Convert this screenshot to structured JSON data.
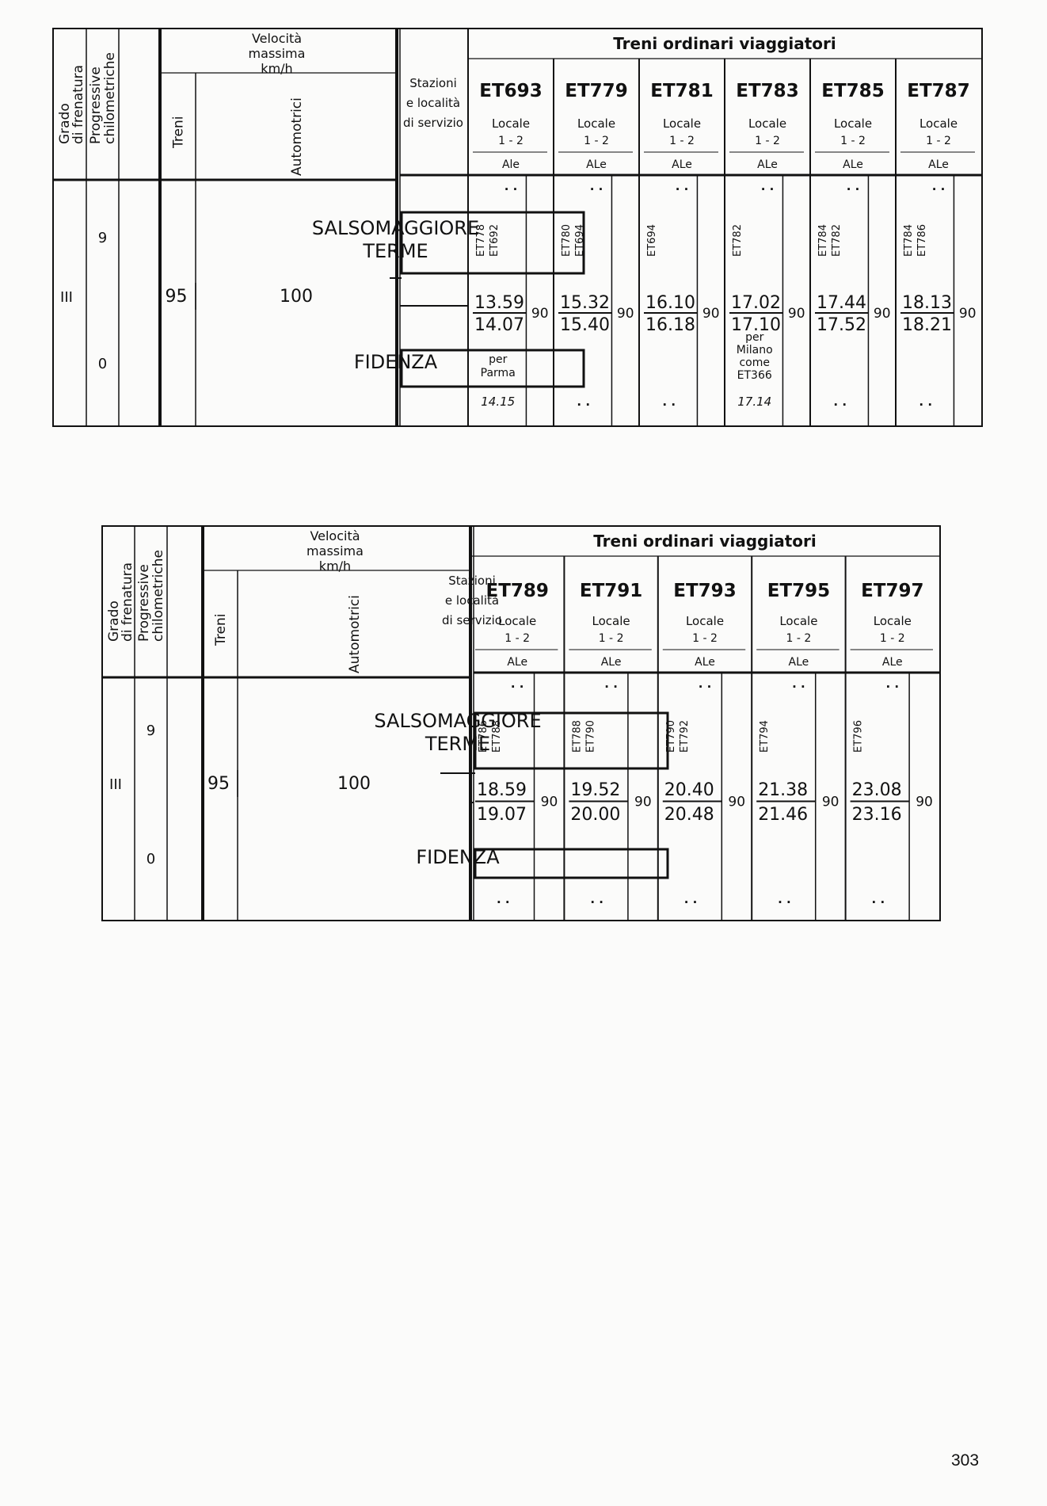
{
  "header": {
    "col_grado": [
      "Grado",
      "di frenatura"
    ],
    "col_progressive": [
      "Progressive",
      "chilometriche"
    ],
    "velocita": [
      "Velocità",
      "massima",
      "km/h"
    ],
    "col_treni": "Treni",
    "col_automotrici": "Automotrici",
    "stazioni": [
      "Stazioni",
      "e località",
      "di servizio"
    ],
    "banner": "Treni ordinari viaggiatori"
  },
  "rows": {
    "grado": "III",
    "km_salso": "9",
    "km_fidenza": "0",
    "speed_treni": "95",
    "speed_auto": "100",
    "station_salso": [
      "SALSOMAGGIORE",
      "TERME"
    ],
    "station_fidenza": "FIDENZA"
  },
  "tables": [
    {
      "trains": [
        {
          "id": "ET693",
          "type": "Locale",
          "classes": "1 - 2",
          "stock": "Ale",
          "top": ". .",
          "refs": [
            "ET778",
            "ET692"
          ],
          "arr": "13.59",
          "dep": "14.07",
          "speed": "90",
          "note": [
            "per",
            "Parma"
          ],
          "bottom": "14.15"
        },
        {
          "id": "ET779",
          "type": "Locale",
          "classes": "1 - 2",
          "stock": "ALe",
          "top": ". .",
          "refs": [
            "ET780",
            "ET694"
          ],
          "arr": "15.32",
          "dep": "15.40",
          "speed": "90",
          "note": [],
          "bottom": ". ."
        },
        {
          "id": "ET781",
          "type": "Locale",
          "classes": "1 - 2",
          "stock": "ALe",
          "top": ". .",
          "refs": [
            "ET694"
          ],
          "arr": "16.10",
          "dep": "16.18",
          "speed": "90",
          "note": [],
          "bottom": ". ."
        },
        {
          "id": "ET783",
          "type": "Locale",
          "classes": "1 - 2",
          "stock": "ALe",
          "top": ". .",
          "refs": [
            "ET782"
          ],
          "arr": "17.02",
          "dep": "17.10",
          "speed": "90",
          "note": [
            "per",
            "Milano",
            "come",
            "ET366"
          ],
          "bottom": "17.14"
        },
        {
          "id": "ET785",
          "type": "Locale",
          "classes": "1 - 2",
          "stock": "ALe",
          "top": ". .",
          "refs": [
            "ET784",
            "ET782"
          ],
          "arr": "17.44",
          "dep": "17.52",
          "speed": "90",
          "note": [],
          "bottom": ". ."
        },
        {
          "id": "ET787",
          "type": "Locale",
          "classes": "1 - 2",
          "stock": "ALe",
          "top": ". .",
          "refs": [
            "ET784",
            "ET786"
          ],
          "arr": "18.13",
          "dep": "18.21",
          "speed": "90",
          "note": [],
          "bottom": ". ."
        }
      ]
    },
    {
      "trains": [
        {
          "id": "ET789",
          "type": "Locale",
          "classes": "1 - 2",
          "stock": "ALe",
          "top": ". .",
          "refs": [
            "ET786",
            "ET788"
          ],
          "arr": "18.59",
          "dep": "19.07",
          "speed": "90",
          "note": [],
          "bottom": ". ."
        },
        {
          "id": "ET791",
          "type": "Locale",
          "classes": "1 - 2",
          "stock": "ALe",
          "top": ". .",
          "refs": [
            "ET788",
            "ET790"
          ],
          "arr": "19.52",
          "dep": "20.00",
          "speed": "90",
          "note": [],
          "bottom": ". ."
        },
        {
          "id": "ET793",
          "type": "Locale",
          "classes": "1 - 2",
          "stock": "ALe",
          "top": ". .",
          "refs": [
            "ET790",
            "ET792"
          ],
          "arr": "20.40",
          "dep": "20.48",
          "speed": "90",
          "note": [],
          "bottom": ". ."
        },
        {
          "id": "ET795",
          "type": "Locale",
          "classes": "1 - 2",
          "stock": "ALe",
          "top": ". .",
          "refs": [
            "ET794"
          ],
          "arr": "21.38",
          "dep": "21.46",
          "speed": "90",
          "note": [],
          "bottom": ". ."
        },
        {
          "id": "ET797",
          "type": "Locale",
          "classes": "1 - 2",
          "stock": "ALe",
          "top": ". .",
          "refs": [
            "ET796"
          ],
          "arr": "23.08",
          "dep": "23.16",
          "speed": "90",
          "note": [],
          "bottom": ". ."
        }
      ]
    }
  ],
  "page_number": "303"
}
